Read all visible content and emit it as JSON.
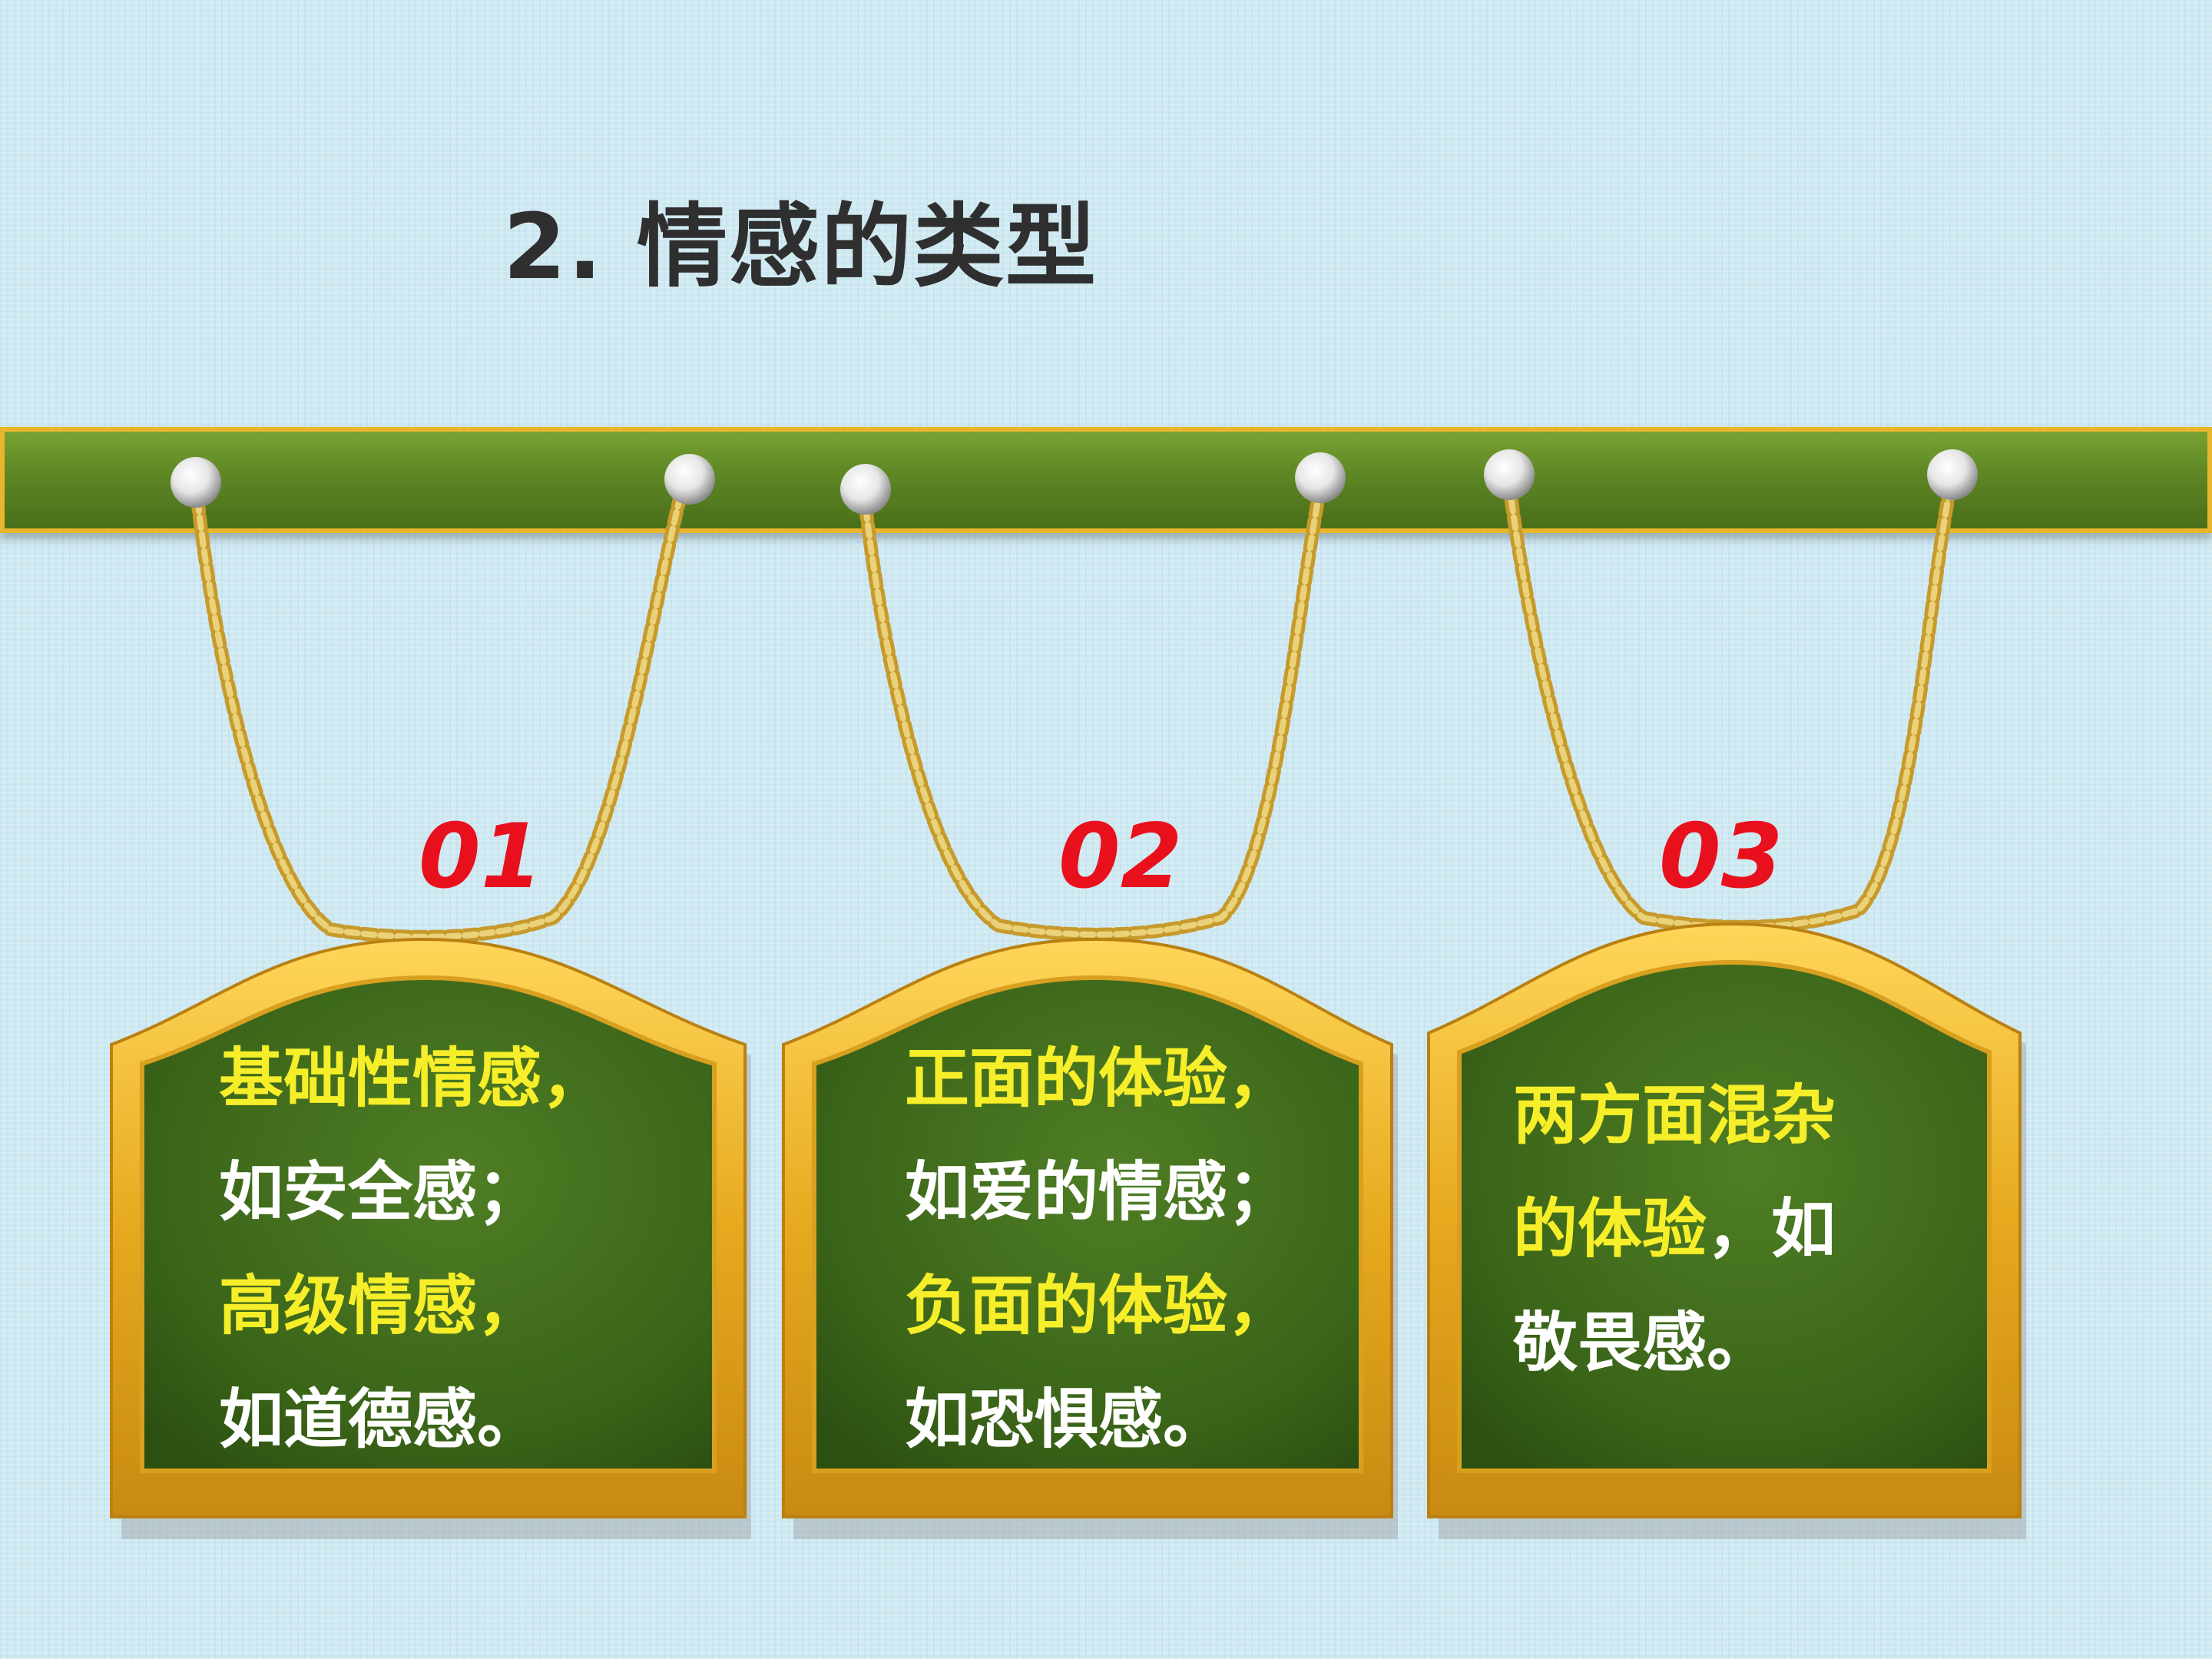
{
  "title": "2. 情感的类型",
  "boards": [
    {
      "number": "01",
      "lines": [
        "基础性情感，",
        "如安全感；",
        "高级情感，",
        "如道德感。"
      ]
    },
    {
      "number": "02",
      "lines": [
        "正面的体验，",
        "如爱的情感；",
        "负面的体验，",
        "如恐惧感。"
      ]
    },
    {
      "number": "03",
      "lines_yellow": [
        "两方面混杂",
        "的体验"
      ],
      "inline_white": "，如",
      "last_white": "敬畏感。"
    }
  ],
  "colors": {
    "background": "#cfe9f2",
    "rail": "#5d8624",
    "frame": "#e8b62c",
    "board": "#3f6a1c",
    "number": "#e8101c",
    "highlight_text": "#f7ee2a",
    "plain_text": "#ffffff"
  }
}
